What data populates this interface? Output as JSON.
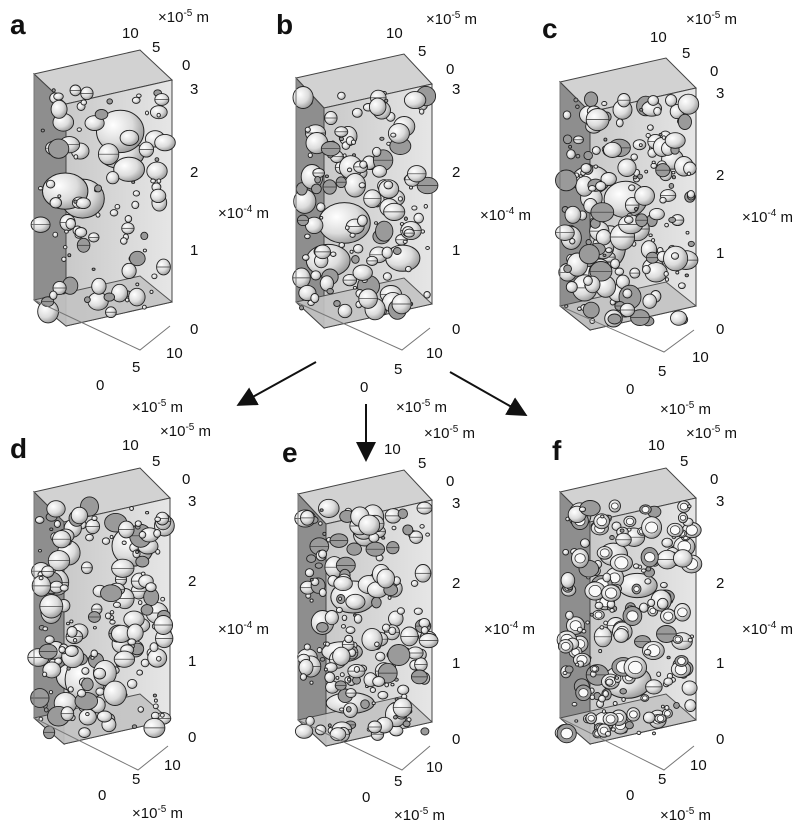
{
  "figure": {
    "unit_top": "×10",
    "unit_top_exp": "-5",
    "unit_side": "×10",
    "unit_side_exp": "-4",
    "unit_bottom": "×10",
    "unit_bottom_exp": "-5",
    "unit_suffix": " m",
    "depth_ticks": [
      "10",
      "5",
      "0"
    ],
    "height_ticks": [
      "3",
      "2",
      "1",
      "0"
    ],
    "width_ticks": [
      "10",
      "5",
      "0"
    ]
  },
  "panels": [
    {
      "label": "a",
      "density": 0.35,
      "style": "sparse"
    },
    {
      "label": "b",
      "density": 0.65,
      "style": "medium"
    },
    {
      "label": "c",
      "density": 1.0,
      "style": "dense"
    },
    {
      "label": "d",
      "density": 0.85,
      "style": "mixed"
    },
    {
      "label": "e",
      "density": 0.9,
      "style": "mixed"
    },
    {
      "label": "f",
      "density": 1.0,
      "style": "rings"
    }
  ],
  "arrows": [
    {
      "from": "b",
      "to": "d"
    },
    {
      "from": "b",
      "to": "e"
    },
    {
      "from": "b",
      "to": "f"
    }
  ],
  "colors": {
    "box_left": "#8e8e8e",
    "box_back": "#d9d9d9",
    "box_top": "#d2d2d2",
    "box_floor": "#c4c4c4",
    "particle_light": "#f4f4f4",
    "particle_dark": "#9a9a9a",
    "outline": "#222222"
  }
}
